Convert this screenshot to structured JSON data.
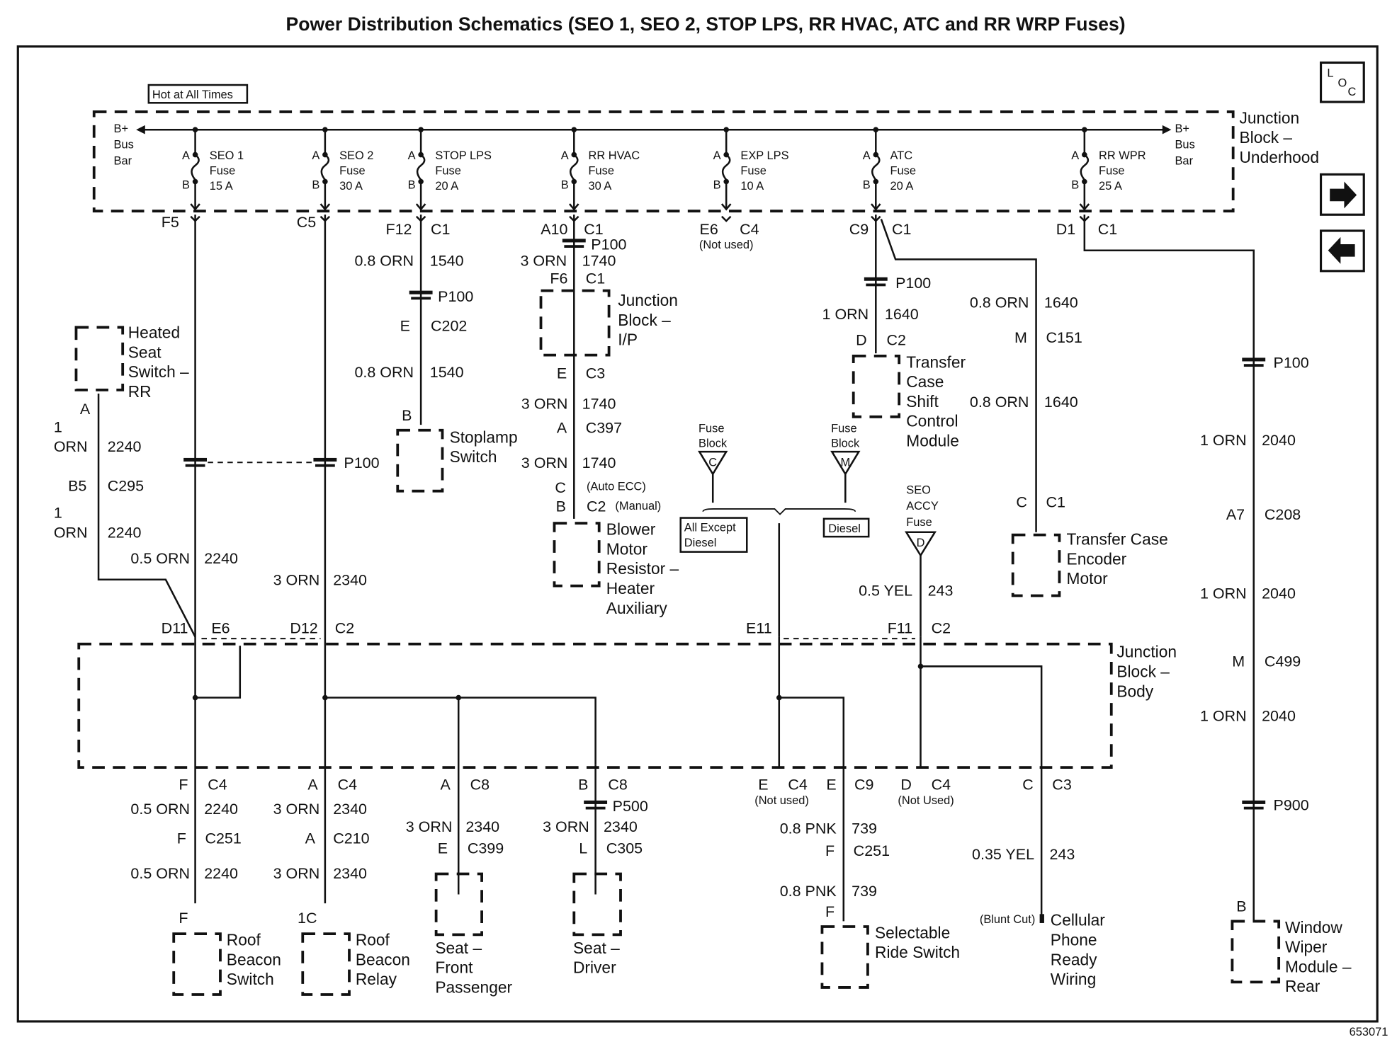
{
  "title": "Power Distribution Schematics (SEO 1, SEO 2, STOP LPS, RR HVAC, ATC and RR WRP Fuses)",
  "figure_id": "653071",
  "nav": {
    "loc_icon": [
      "L",
      "O",
      "C"
    ],
    "next_icon": "right-arrow",
    "prev_icon": "left-arrow"
  },
  "hot_label": "Hot at All Times",
  "underhood": {
    "label": [
      "Junction",
      "Block –",
      "Underhood"
    ],
    "busbar_left": [
      "B+",
      "Bus",
      "Bar"
    ],
    "busbar_right": [
      "B+",
      "Bus",
      "Bar"
    ],
    "fuses": [
      {
        "name": "SEO 1",
        "word": "Fuse",
        "rating": "15 A",
        "pinA": "A",
        "pinB": "B",
        "out_pin": "F5",
        "out_conn": ""
      },
      {
        "name": "SEO 2",
        "word": "Fuse",
        "rating": "30 A",
        "pinA": "A",
        "pinB": "B",
        "out_pin": "C5",
        "out_conn": ""
      },
      {
        "name": "STOP LPS",
        "word": "Fuse",
        "rating": "20 A",
        "pinA": "A",
        "pinB": "B",
        "out_pin": "F12",
        "out_conn": "C1"
      },
      {
        "name": "RR HVAC",
        "word": "Fuse",
        "rating": "30 A",
        "pinA": "A",
        "pinB": "B",
        "out_pin": "A10",
        "out_conn": "C1"
      },
      {
        "name": "EXP LPS",
        "word": "Fuse",
        "rating": "10 A",
        "pinA": "A",
        "pinB": "B",
        "out_pin": "E6",
        "out_conn": "C4",
        "note": "(Not used)"
      },
      {
        "name": "ATC",
        "word": "Fuse",
        "rating": "20 A",
        "pinA": "A",
        "pinB": "B",
        "out_pin": "C9",
        "out_conn": "C1"
      },
      {
        "name": "RR WPR",
        "word": "Fuse",
        "rating": "25 A",
        "pinA": "A",
        "pinB": "B",
        "out_pin": "D1",
        "out_conn": "C1"
      }
    ]
  },
  "heated_seat": {
    "label": [
      "Heated",
      "Seat",
      "Switch –",
      "RR"
    ],
    "pin": "A",
    "wire1": {
      "size": "1",
      "color": "ORN",
      "circuit": "2240"
    },
    "conn": {
      "pin": "B5",
      "name": "C295"
    },
    "wire2": {
      "size": "1",
      "color": "ORN",
      "circuit": "2240"
    }
  },
  "seo1_wire": {
    "gauge": "0.5 ORN",
    "circuit": "2240"
  },
  "seo2_wire": {
    "gauge": "3 ORN",
    "circuit": "2340",
    "splice": "P100"
  },
  "stop_path": {
    "wire1": {
      "gauge": "0.8 ORN",
      "circuit": "1540"
    },
    "splice": "P100",
    "conn": {
      "pin": "E",
      "name": "C202"
    },
    "wire2": {
      "gauge": "0.8 ORN",
      "circuit": "1540"
    },
    "pin": "B",
    "component": [
      "Stoplamp",
      "Switch"
    ]
  },
  "hvac_path": {
    "splice": "P100",
    "wire1": {
      "gauge": "3 ORN",
      "circuit": "1740"
    },
    "jb_in": {
      "pin": "F6",
      "name": "C1"
    },
    "jb_label": [
      "Junction",
      "Block –",
      "I/P"
    ],
    "jb_out": {
      "pin": "E",
      "name": "C3"
    },
    "wire2": {
      "gauge": "3 ORN",
      "circuit": "1740"
    },
    "conn": {
      "pin": "A",
      "name": "C397"
    },
    "wire3": {
      "gauge": "3 ORN",
      "circuit": "1740"
    },
    "pin_auto": "C",
    "note_auto": "(Auto ECC)",
    "pin_manual": "B",
    "conn_manual": "C2",
    "note_manual": "(Manual)",
    "component": [
      "Blower",
      "Motor",
      "Resistor –",
      "Heater",
      "Auxiliary"
    ]
  },
  "atc_path": {
    "splice": "P100",
    "wire1": {
      "gauge": "1 ORN",
      "circuit": "1640"
    },
    "conn": {
      "pin": "D",
      "name": "C2"
    },
    "component": [
      "Transfer",
      "Case",
      "Shift",
      "Control",
      "Module"
    ],
    "branch_wire1": {
      "gauge": "0.8 ORN",
      "circuit": "1640"
    },
    "branch_conn": {
      "pin": "M",
      "name": "C151"
    },
    "branch_wire2": {
      "gauge": "0.8 ORN",
      "circuit": "1640"
    },
    "branch_conn2": {
      "pin": "C",
      "name": "C1"
    },
    "branch_component": [
      "Transfer Case",
      "Encoder",
      "Motor"
    ]
  },
  "fuse_blocks": {
    "c": {
      "label": [
        "Fuse",
        "Block"
      ],
      "letter": "C",
      "option": [
        "All Except",
        "Diesel"
      ]
    },
    "m": {
      "label": [
        "Fuse",
        "Block"
      ],
      "letter": "M",
      "option": [
        "Diesel"
      ]
    },
    "d": {
      "label": [
        "SEO",
        "ACCY",
        "Fuse"
      ],
      "letter": "D",
      "wire": {
        "gauge": "0.5 YEL",
        "circuit": "243"
      }
    }
  },
  "wiper_path": {
    "splice1": "P100",
    "wire1": {
      "gauge": "1 ORN",
      "circuit": "2040"
    },
    "conn1": {
      "pin": "A7",
      "name": "C208"
    },
    "wire2": {
      "gauge": "1 ORN",
      "circuit": "2040"
    },
    "conn2": {
      "pin": "M",
      "name": "C499"
    },
    "wire3": {
      "gauge": "1 ORN",
      "circuit": "2040"
    },
    "splice2": "P900",
    "pin": "B",
    "component": [
      "Window",
      "Wiper",
      "Module –",
      "Rear"
    ]
  },
  "body_jb": {
    "label": [
      "Junction",
      "Block –",
      "Body"
    ],
    "inputs": [
      {
        "pin": "D11",
        "conn": ""
      },
      {
        "pin": "E6",
        "conn": ""
      },
      {
        "pin": "D12",
        "conn": "C2"
      },
      {
        "pin": "E11",
        "conn": ""
      },
      {
        "pin": "F11",
        "conn": "C2"
      }
    ],
    "outputs": [
      {
        "pin": "F",
        "conn": "C4"
      },
      {
        "pin": "A",
        "conn": "C4"
      },
      {
        "pin": "A",
        "conn": "C8"
      },
      {
        "pin": "B",
        "conn": "C8"
      },
      {
        "pin": "E",
        "conn": "C4",
        "note": "(Not used)"
      },
      {
        "pin": "E",
        "conn": "C9"
      },
      {
        "pin": "D",
        "conn": "C4",
        "note": "(Not Used)"
      },
      {
        "pin": "C",
        "conn": "C3"
      }
    ]
  },
  "loads": {
    "roof_switch": {
      "wire1": {
        "gauge": "0.5 ORN",
        "circuit": "2240"
      },
      "conn": {
        "pin": "F",
        "name": "C251"
      },
      "wire2": {
        "gauge": "0.5 ORN",
        "circuit": "2240"
      },
      "pin": "F",
      "label": [
        "Roof",
        "Beacon",
        "Switch"
      ]
    },
    "roof_relay": {
      "wire1": {
        "gauge": "3 ORN",
        "circuit": "2340"
      },
      "conn": {
        "pin": "A",
        "name": "C210"
      },
      "wire2": {
        "gauge": "3 ORN",
        "circuit": "2340"
      },
      "pin": "1C",
      "label": [
        "Roof",
        "Beacon",
        "Relay"
      ]
    },
    "seat_pass": {
      "wire1": {
        "gauge": "3 ORN",
        "circuit": "2340"
      },
      "conn": {
        "pin": "E",
        "name": "C399"
      },
      "label": [
        "Seat –",
        "Front",
        "Passenger"
      ]
    },
    "seat_driver": {
      "splice": "P500",
      "wire1": {
        "gauge": "3 ORN",
        "circuit": "2340"
      },
      "conn": {
        "pin": "L",
        "name": "C305"
      },
      "label": [
        "Seat –",
        "Driver"
      ]
    },
    "ride_switch": {
      "wire1": {
        "gauge": "0.8 PNK",
        "circuit": "739"
      },
      "conn": {
        "pin": "F",
        "name": "C251"
      },
      "wire2": {
        "gauge": "0.8 PNK",
        "circuit": "739"
      },
      "pin": "F",
      "label": [
        "Selectable",
        "Ride Switch"
      ]
    },
    "cell_phone": {
      "wire1": {
        "gauge": "0.35 YEL",
        "circuit": "243"
      },
      "cut_note": "(Blunt Cut)",
      "label": [
        "Cellular",
        "Phone",
        "Ready",
        "Wiring"
      ]
    }
  }
}
